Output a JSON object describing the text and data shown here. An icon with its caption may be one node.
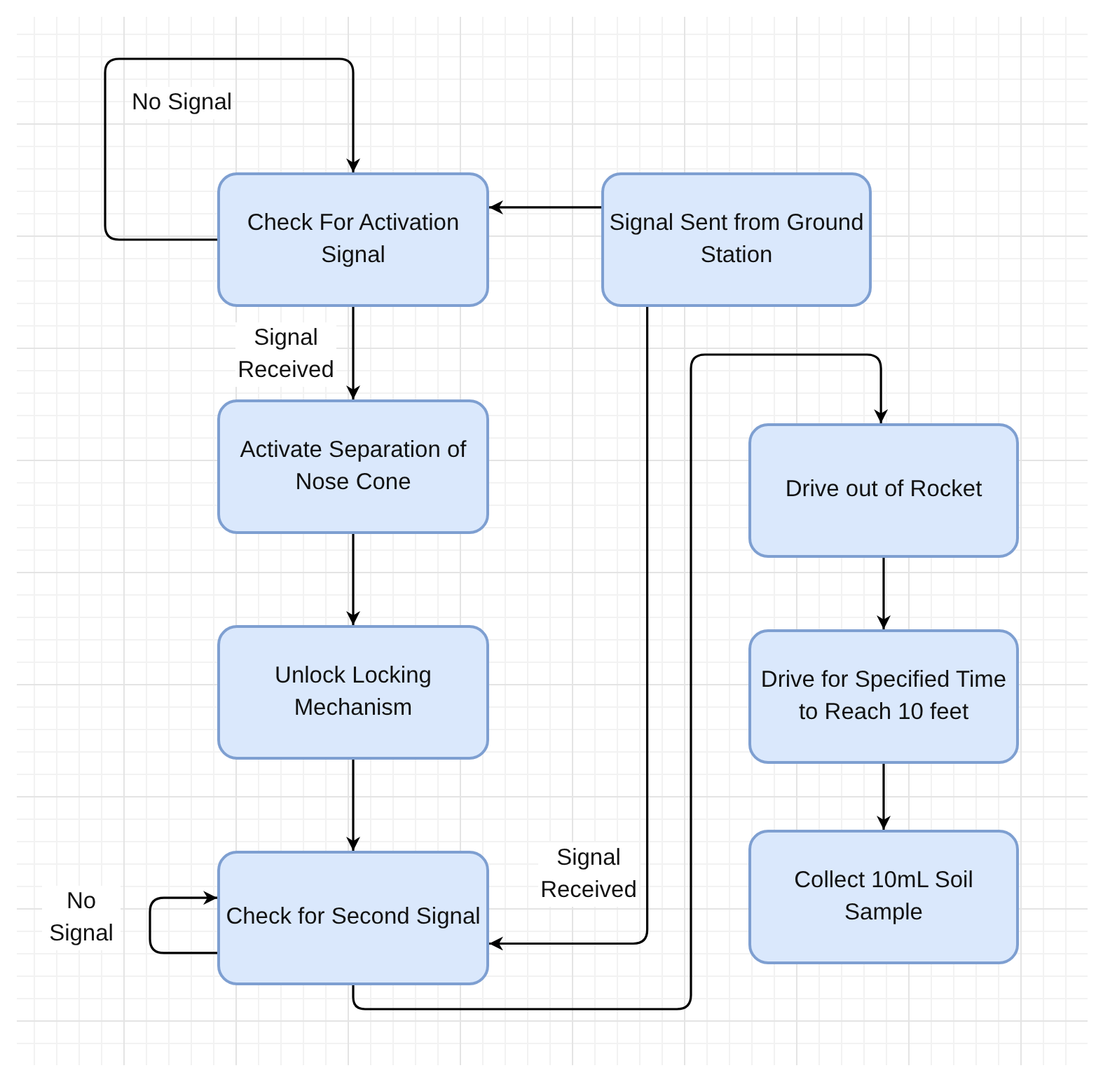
{
  "diagram": {
    "nodes": [
      {
        "text": [
          "Check For Activation Signal"
        ]
      },
      {
        "text": [
          "Signal Sent from Ground Station"
        ]
      },
      {
        "text": [
          "Activate Separation of Nose Cone"
        ]
      },
      {
        "text": [
          "Unlock Locking Mechanism"
        ]
      },
      {
        "text": [
          "Check for Second Signal"
        ]
      },
      {
        "text": [
          "Drive out of Rocket"
        ]
      },
      {
        "text": [
          "Drive for Specified Time to Reach 10 feet"
        ]
      },
      {
        "text": [
          "Collect 10mL Soil Sample"
        ]
      }
    ],
    "edges": [
      {
        "from": 0,
        "to": 0,
        "arrow": "to",
        "label": "No Signal"
      },
      {
        "from": 1,
        "to": 0,
        "arrow": "to"
      },
      {
        "from": 0,
        "to": 2,
        "arrow": "to",
        "label": "Signal Received"
      },
      {
        "from": 2,
        "to": 3,
        "arrow": "to"
      },
      {
        "from": 3,
        "to": 4,
        "arrow": "to"
      },
      {
        "from": 4,
        "to": 4,
        "arrow": "to",
        "label": "No Signal"
      },
      {
        "from": 1,
        "to": 4,
        "arrow": "to",
        "label": "Signal Received"
      },
      {
        "from": 4,
        "to": 5,
        "arrow": "to"
      },
      {
        "from": 5,
        "to": 6,
        "arrow": "to"
      },
      {
        "from": 6,
        "to": 7,
        "arrow": "to"
      }
    ]
  }
}
